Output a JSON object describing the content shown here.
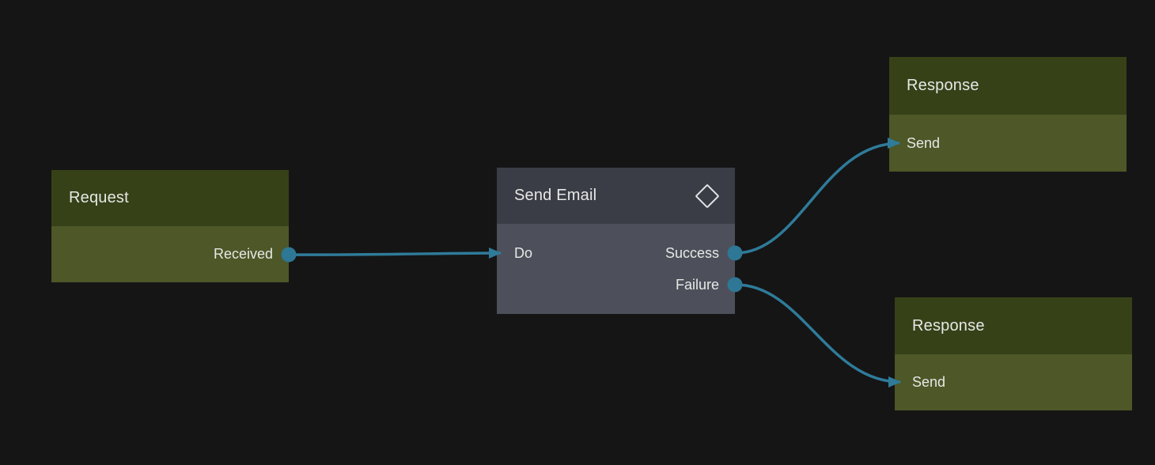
{
  "canvas": {
    "background": "#151515",
    "edge_color": "#2f7b9a",
    "port_color": "#2e7795",
    "text_color": "#e7e8e5",
    "trigger_header_color": "#364118",
    "trigger_body_color": "#4d5728",
    "action_header_color": "#3a3d46",
    "action_body_color": "#4d505a"
  },
  "nodes": [
    {
      "id": "request",
      "title": "Request",
      "kind": "trigger",
      "inputs": [],
      "outputs": [
        {
          "label": "Received"
        }
      ]
    },
    {
      "id": "send-email",
      "title": "Send Email",
      "kind": "action",
      "icon": "diamond-icon",
      "inputs": [
        {
          "label": "Do"
        }
      ],
      "outputs": [
        {
          "label": "Success"
        },
        {
          "label": "Failure"
        }
      ]
    },
    {
      "id": "response-success",
      "title": "Response",
      "kind": "trigger",
      "inputs": [
        {
          "label": "Send"
        }
      ],
      "outputs": []
    },
    {
      "id": "response-failure",
      "title": "Response",
      "kind": "trigger",
      "inputs": [
        {
          "label": "Send"
        }
      ],
      "outputs": []
    }
  ],
  "edges": [
    {
      "from": "request:Received",
      "to": "send-email:Do"
    },
    {
      "from": "send-email:Success",
      "to": "response-success:Send"
    },
    {
      "from": "send-email:Failure",
      "to": "response-failure:Send"
    }
  ]
}
